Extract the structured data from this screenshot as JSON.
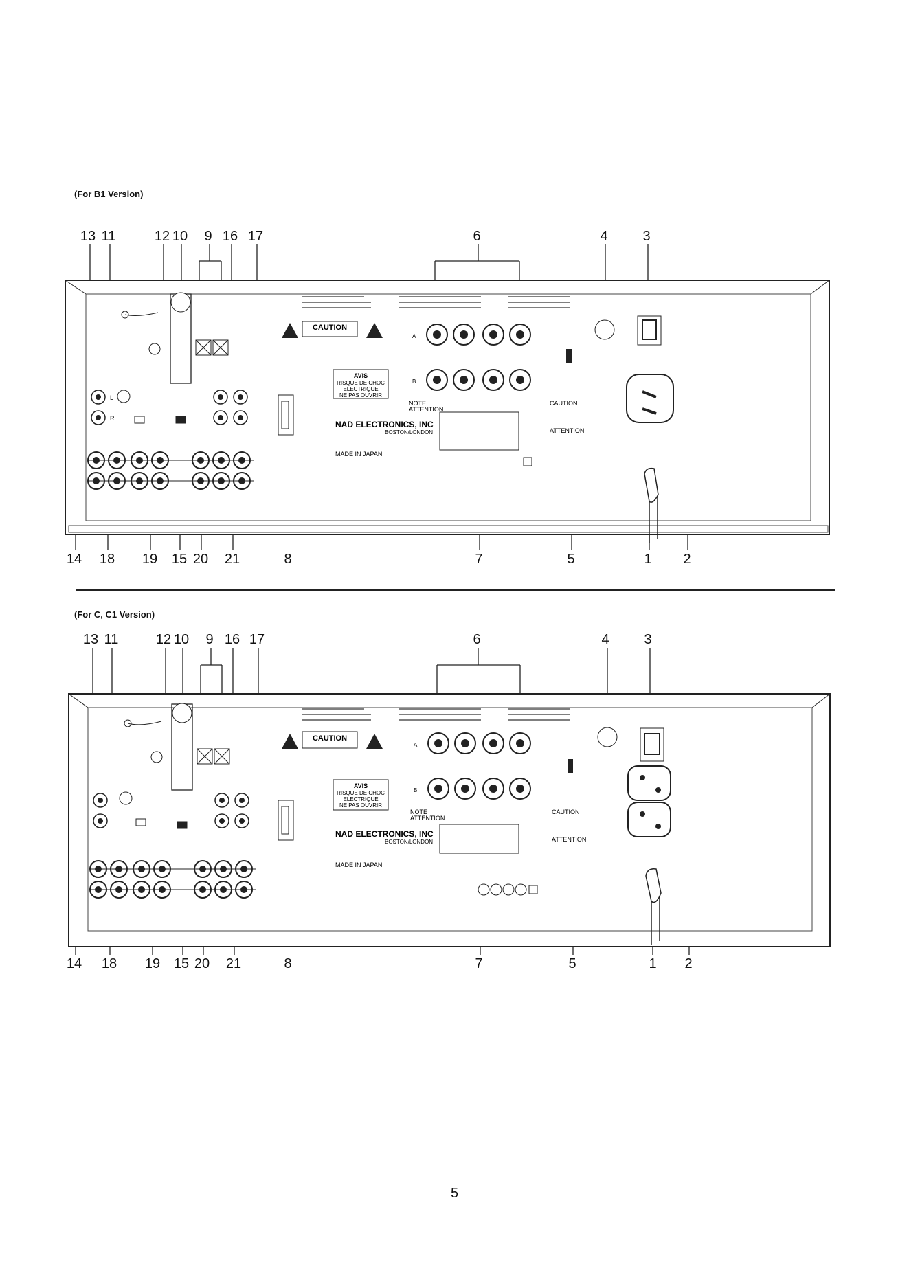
{
  "diagrams": [
    {
      "version_label": "(For B1 Version)",
      "callouts_top": [
        "13",
        "11",
        "12",
        "10",
        "9",
        "16",
        "17",
        "6",
        "4",
        "3"
      ],
      "callouts_bottom": [
        "14",
        "18",
        "19",
        "15",
        "20",
        "21",
        "8",
        "7",
        "5",
        "1",
        "2"
      ]
    },
    {
      "version_label": "(For C, C1 Version)",
      "callouts_top": [
        "13",
        "11",
        "12",
        "10",
        "9",
        "16",
        "17",
        "6",
        "4",
        "3"
      ],
      "callouts_bottom": [
        "14",
        "18",
        "19",
        "15",
        "20",
        "21",
        "8",
        "7",
        "5",
        "1",
        "2"
      ]
    }
  ],
  "panel_text": {
    "caution": "CAUTION",
    "avis": "AVIS",
    "avis_line1": "RISQUE DE CHOC",
    "avis_line2": "ELECTRIQUE",
    "avis_line3": "NE PAS OUVRIR",
    "brand": "NAD ELECTRONICS, INC",
    "brand_city": "BOSTON/LONDON",
    "made_in": "MADE IN JAPAN",
    "note": "NOTE",
    "attention": "ATTENTION",
    "caution_small": "CAUTION",
    "attention_small": "ATTENTION",
    "label_L": "L",
    "label_R": "R",
    "label_A": "A",
    "label_B": "B"
  },
  "page_number": "5"
}
